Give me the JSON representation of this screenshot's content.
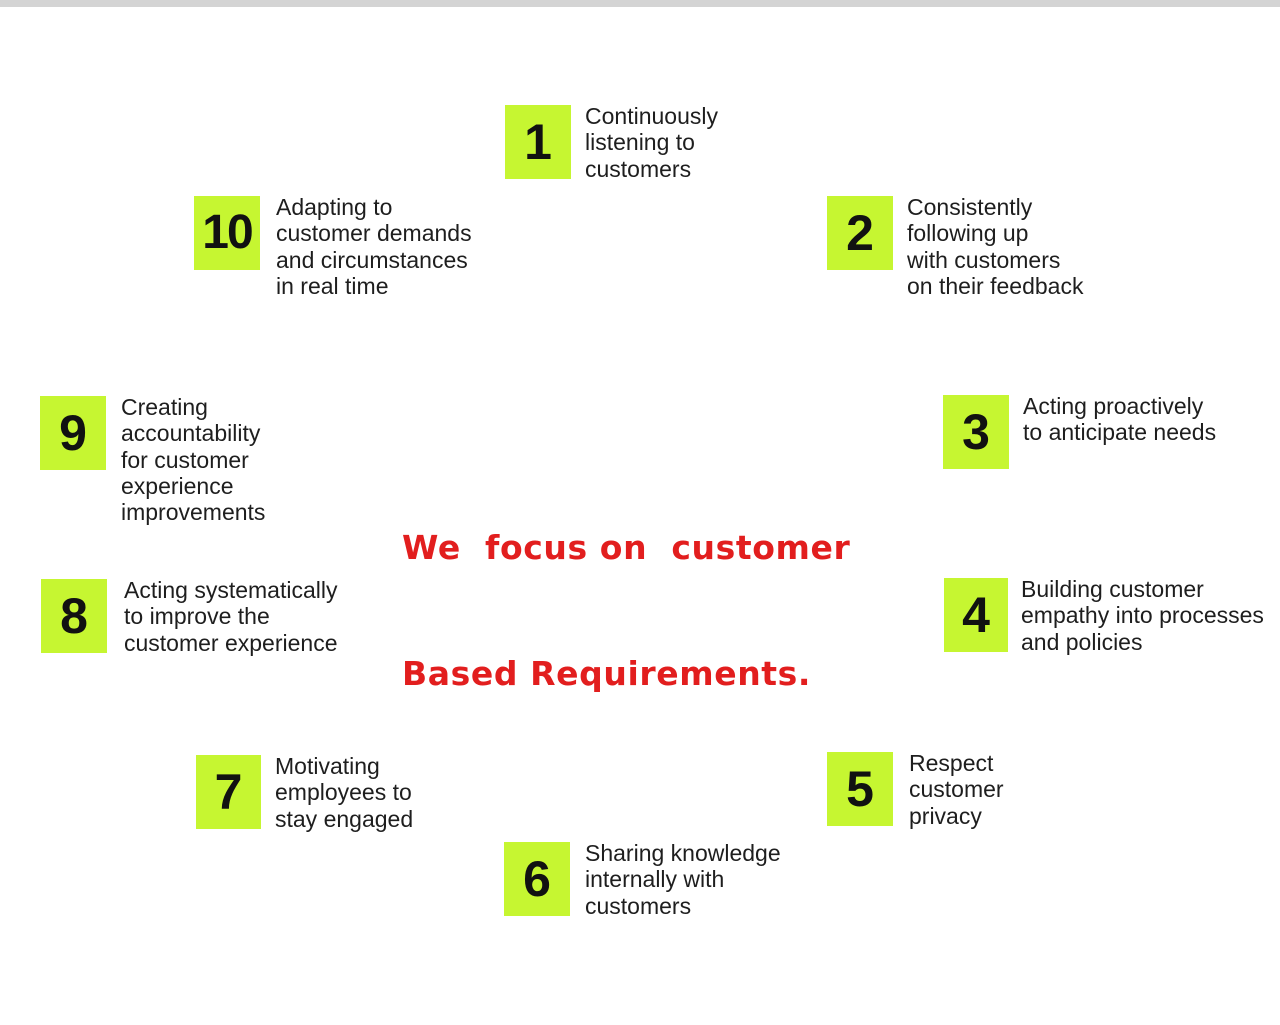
{
  "center_title": {
    "line1": "We  focus on  customer",
    "line2": "Based Requirements."
  },
  "accent_color": "#c6f631",
  "title_color": "#e21e1e",
  "items": [
    {
      "number": "1",
      "text": "Continuously\nlistening to\ncustomers"
    },
    {
      "number": "2",
      "text": "Consistently\nfollowing up\nwith customers\non their feedback"
    },
    {
      "number": "3",
      "text": "Acting proactively\nto anticipate needs"
    },
    {
      "number": "4",
      "text": "Building customer\nempathy into processes\nand policies"
    },
    {
      "number": "5",
      "text": "Respect\ncustomer\nprivacy"
    },
    {
      "number": "6",
      "text": "Sharing knowledge\ninternally with\ncustomers"
    },
    {
      "number": "7",
      "text": "Motivating\nemployees to\nstay engaged"
    },
    {
      "number": "8",
      "text": "Acting systematically\nto improve the\ncustomer experience"
    },
    {
      "number": "9",
      "text": "Creating\naccountability\nfor customer\nexperience\nimprovements"
    },
    {
      "number": "10",
      "text": "Adapting to\ncustomer demands\nand circumstances\nin real time"
    }
  ]
}
